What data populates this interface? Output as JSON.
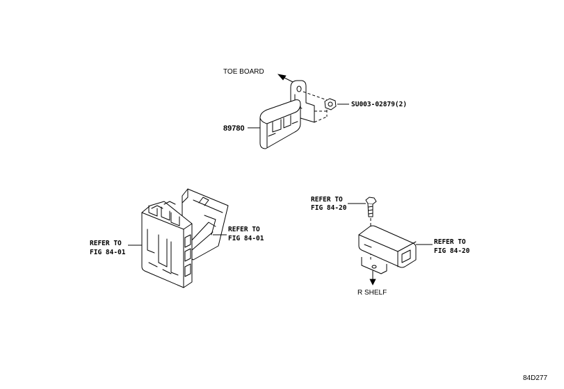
{
  "labels": {
    "toe_board": "TOE BOARD",
    "bolt_part": "SU003-02879(2)",
    "part_number": "89780",
    "left_refer_1": "REFER TO",
    "left_refer_2": "FIG 84-01",
    "mid_refer_1": "REFER TO",
    "mid_refer_2": "FIG 84-01",
    "bolt_refer_1": "REFER TO",
    "bolt_refer_2": "FIG 84-20",
    "right_refer_1": "REFER TO",
    "right_refer_2": "FIG 84-20",
    "r_shelf": "R SHELF",
    "diagram_code": "84D277"
  }
}
